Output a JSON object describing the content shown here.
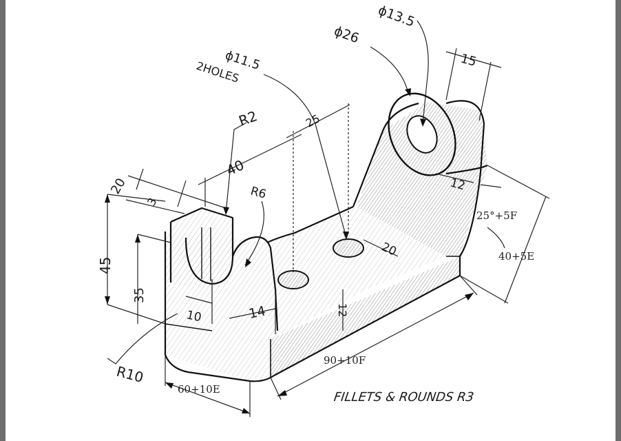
{
  "drawing": {
    "dims": {
      "phi_13_5": "ϕ13.5",
      "phi_26": "ϕ26",
      "dim_15": "15",
      "phi_11_5": "ϕ11.5",
      "two_holes": "2HOLES",
      "r2": "R2",
      "dim_25": "25",
      "dim_40": "40",
      "dim_20_top": "20",
      "dim_3": "3",
      "r6": "R6",
      "dim_12_boss": "12",
      "angle": "25°+5F",
      "dim_40_5e": "40+5E",
      "dim_45": "45",
      "dim_35": "35",
      "dim_20_holes": "20",
      "dim_10": "10",
      "dim_14": "14",
      "dim_12_base": "12",
      "r10": "R10",
      "dim_90_10f": "90+10F",
      "dim_60_10e": "60+10E"
    },
    "note": "FILLETS & ROUNDS R3"
  }
}
